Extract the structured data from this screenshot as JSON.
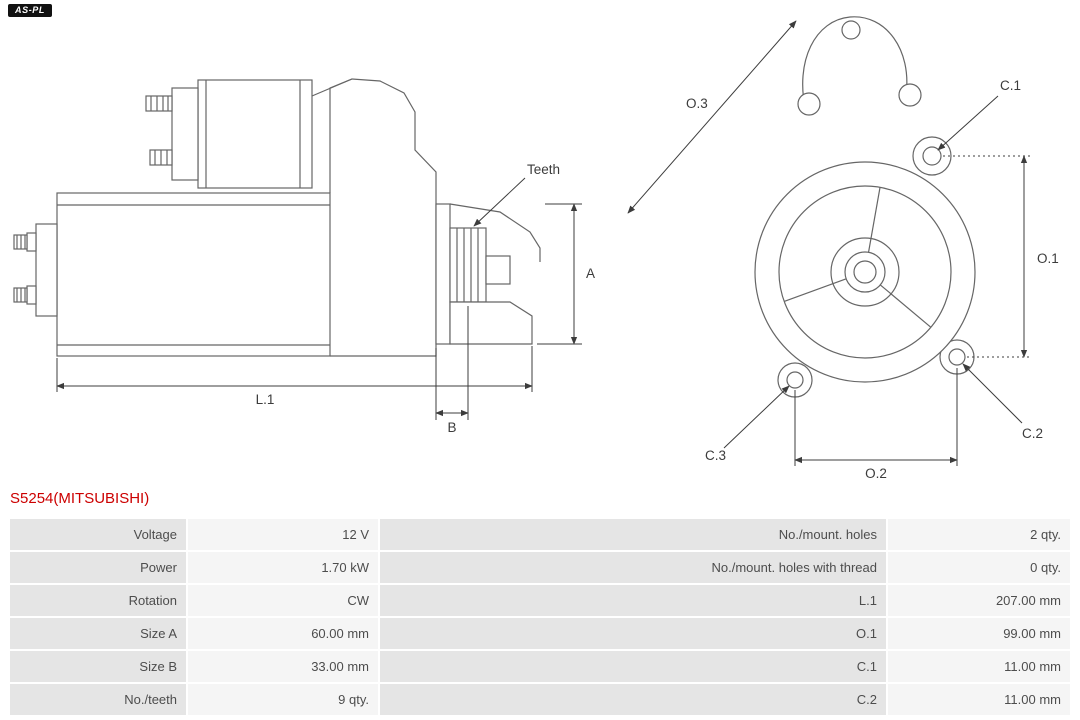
{
  "logo": {
    "text": "AS-PL"
  },
  "title": "S5254(MITSUBISHI)",
  "diagram": {
    "labels": {
      "teeth": "Teeth",
      "a": "A",
      "b": "B",
      "l1": "L.1",
      "o1": "O.1",
      "o2": "O.2",
      "o3": "O.3",
      "c1": "C.1",
      "c2": "C.2",
      "c3": "C.3"
    }
  },
  "table": {
    "rows": [
      {
        "label_left": "Voltage",
        "value_left": "12 V",
        "label_right": "No./mount. holes",
        "value_right": "2 qty."
      },
      {
        "label_left": "Power",
        "value_left": "1.70 kW",
        "label_right": "No./mount. holes with thread",
        "value_right": "0 qty."
      },
      {
        "label_left": "Rotation",
        "value_left": "CW",
        "label_right": "L.1",
        "value_right": "207.00 mm"
      },
      {
        "label_left": "Size A",
        "value_left": "60.00 mm",
        "label_right": "O.1",
        "value_right": "99.00 mm"
      },
      {
        "label_left": "Size B",
        "value_left": "33.00 mm",
        "label_right": "C.1",
        "value_right": "11.00 mm"
      },
      {
        "label_left": "No./teeth",
        "value_left": "9 qty.",
        "label_right": "C.2",
        "value_right": "11.00 mm"
      }
    ]
  }
}
